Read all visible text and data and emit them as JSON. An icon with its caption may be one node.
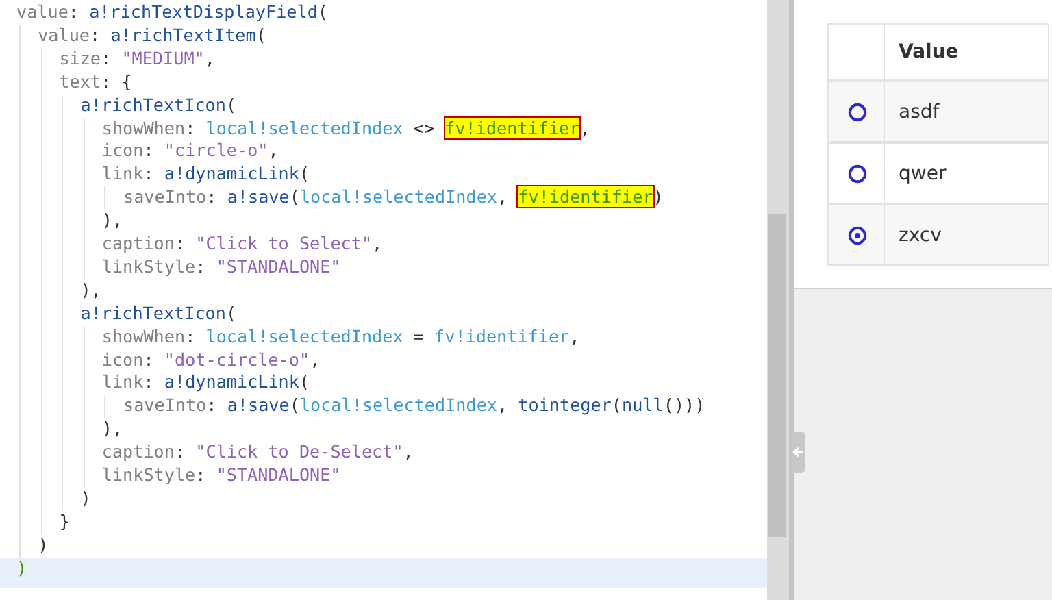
{
  "diagram": {
    "labels": [
      "value: a!richTextDisplayField(",
      "value: a!richTextItem(",
      "size: \"MEDIUM\",",
      "text: {",
      "a!richTextIcon(",
      "showWhen: local!selectedIndex <> fv!identifier,",
      "icon: \"circle-o\",",
      "link: a!dynamicLink(",
      "saveInto: a!save(local!selectedIndex, fv!identifier)",
      "),",
      "caption: \"Click to Select\",",
      "linkStyle: \"STANDALONE\"",
      "),",
      "a!richTextIcon(",
      "showWhen: local!selectedIndex = fv!identifier,",
      "icon: \"dot-circle-o\",",
      "link: a!dynamicLink(",
      "saveInto: a!save(local!selectedIndex, tointeger(null()))",
      "),",
      "caption: \"Click to De-Select\",",
      "linkStyle: \"STANDALONE\"",
      ")",
      "}",
      ")",
      ")",
      "Value",
      "asdf",
      "qwer",
      "zxcv"
    ]
  }
}
